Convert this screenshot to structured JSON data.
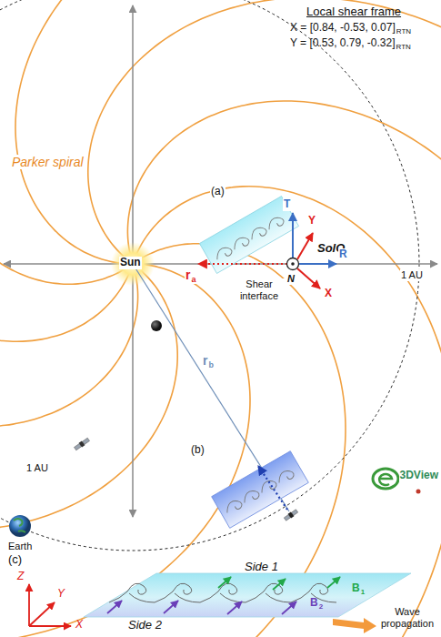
{
  "diagram": {
    "labels": [
      "Local shear frame",
      "X = [0.84, -0.53, 0.07]",
      "RTN",
      "Y = [0.53, 0.79, -0.32]",
      "RTN",
      "Parker spiral",
      "Sun",
      "(a)",
      "T",
      "Y",
      "SolO",
      "R",
      "N",
      "X",
      "r",
      "a",
      "Shear interface",
      "1 AU",
      "(b)",
      "r",
      "b",
      "Earth",
      "1 AU",
      "3DView",
      "(c)",
      "Z",
      "Y",
      "X",
      "Side 1",
      "B",
      "1",
      "B",
      "2",
      "Side 2",
      "Wave propagation"
    ]
  }
}
